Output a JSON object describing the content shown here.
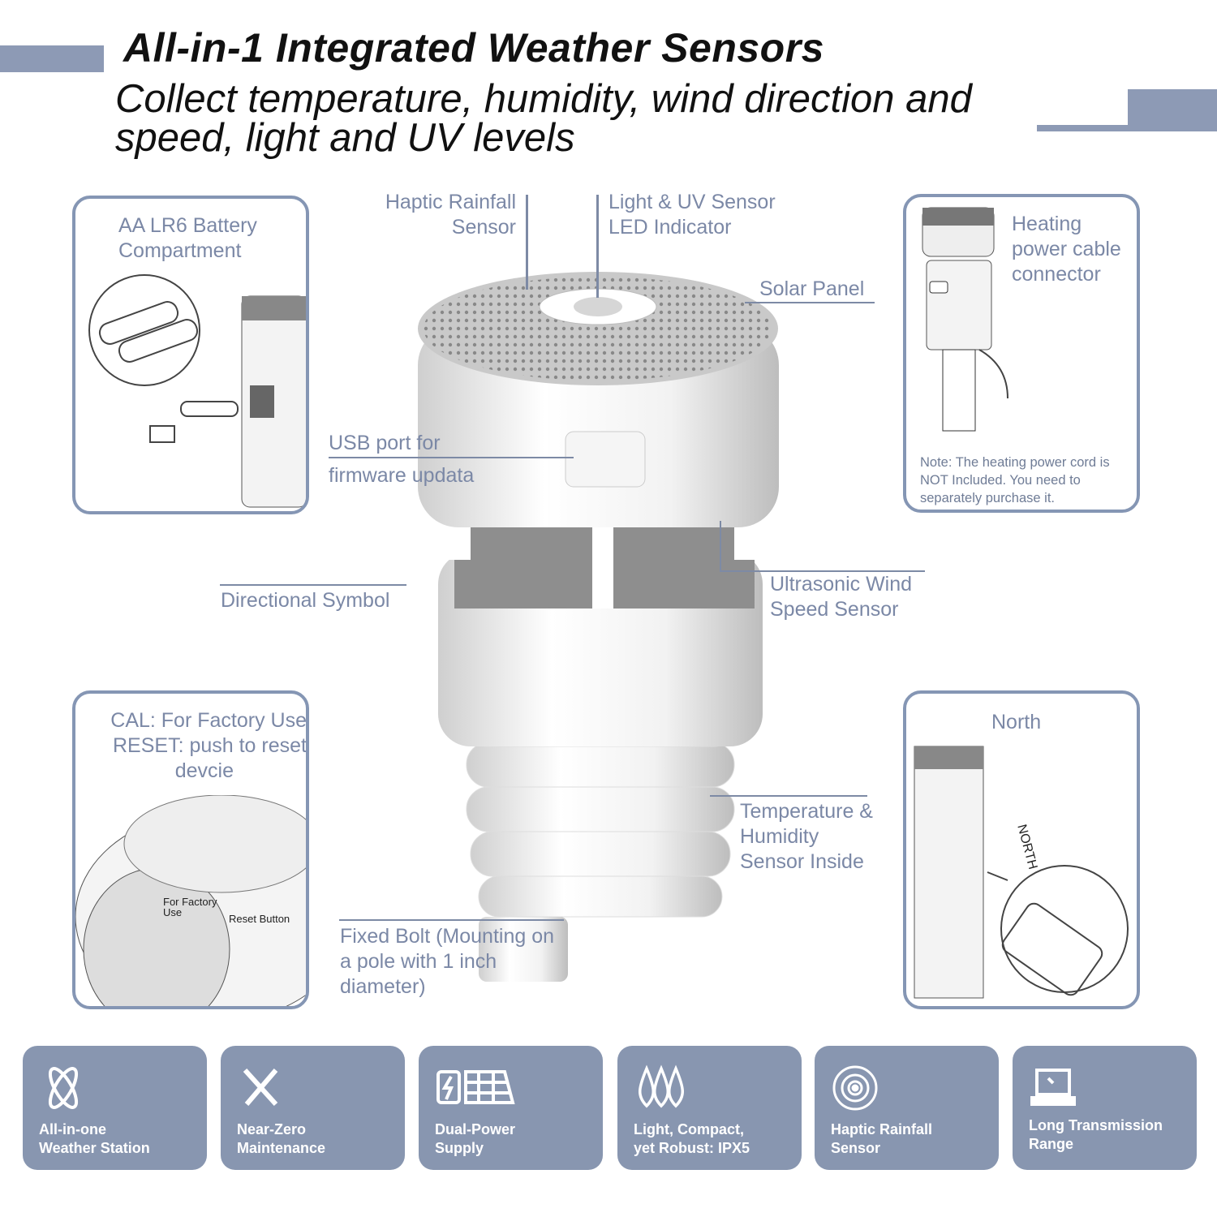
{
  "header": {
    "title": "All-in-1 Integrated Weather Sensors",
    "subtitle": "Collect temperature, humidity, wind direction and speed, light and UV levels"
  },
  "colors": {
    "accent": "#8d9ab5",
    "card": "#8896b0",
    "label": "#7b88a6",
    "title": "#111111"
  },
  "insets": {
    "battery": {
      "label": "AA LR6 Battery Compartment"
    },
    "heating": {
      "label": "Heating power cable connector",
      "note": "Note: The heating power cord is NOT Included. You need to separately purchase it."
    },
    "cal_reset": {
      "label_line1": "CAL: For Factory Use",
      "label_line2": "RESET: push to reset",
      "label_line3": "devcie",
      "factory_callout": "For Factory Use",
      "reset_callout": "Reset Button"
    },
    "north": {
      "label": "North",
      "arrow_text": "NORTH"
    }
  },
  "callouts": {
    "rainfall": "Haptic Rainfall Sensor",
    "light_uv": "Light & UV Sensor LED Indicator",
    "solar": "Solar Panel",
    "usb": "USB port for firmware updata",
    "ultrasonic": "Ultrasonic Wind Speed Sensor",
    "directional": "Directional Symbol",
    "temp_humidity": "Temperature & Humidity Sensor Inside",
    "bolt": "Fixed Bolt (Mounting on a pole with 1 inch diameter)"
  },
  "features": [
    {
      "icon": "atom-icon",
      "label": "All-in-one\nWeather Station"
    },
    {
      "icon": "tools-icon",
      "label": "Near-Zero\nMaintenance"
    },
    {
      "icon": "solar-battery-icon",
      "label": "Dual-Power\nSupply"
    },
    {
      "icon": "water-drops-icon",
      "label": "Light, Compact,\nyet Robust: IPX5"
    },
    {
      "icon": "rain-sensor-icon",
      "label": "Haptic Rainfall\nSensor"
    },
    {
      "icon": "laptop-icon",
      "label": "Long Transmission\nRange"
    }
  ]
}
